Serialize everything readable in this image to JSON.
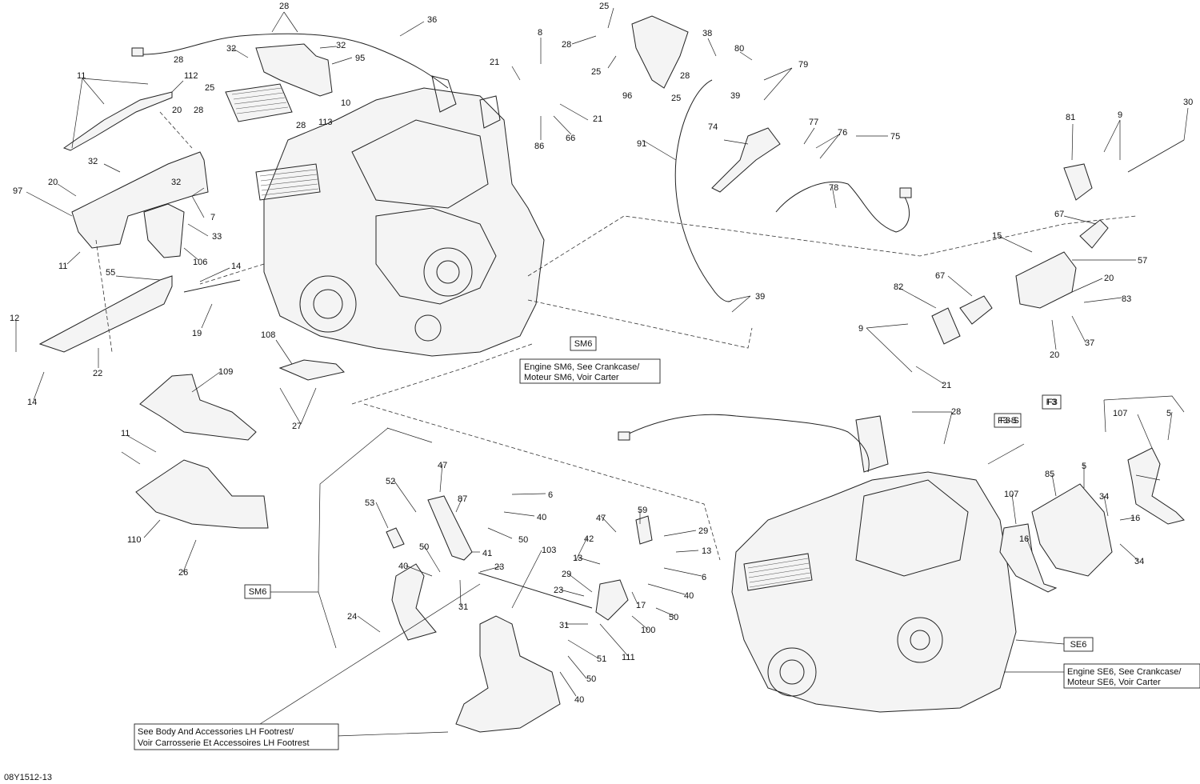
{
  "drawing_id": "08Y1512-13",
  "reference_boxes": {
    "sm6_tag": "SM6",
    "sm6_note_line1": "Engine SM6, See Crankcase/",
    "sm6_note_line2": "Moteur SM6, Voir Carter",
    "sm6_lower_tag": "SM6",
    "se6_tag": "SE6",
    "se6_note_line1": "Engine SE6, See Crankcase/",
    "se6_note_line2": "Moteur SE6, Voir Carter",
    "f3s_tag": "F3-S",
    "f3_tag": "F3",
    "footrest_line1": "See Body And Accessories LH Footrest/",
    "footrest_line2": "Voir Carrosserie Et Accessoires LH Footrest"
  },
  "callouts": [
    "28",
    "36",
    "25",
    "28",
    "8",
    "38",
    "80",
    "79",
    "32",
    "32",
    "95",
    "28",
    "25",
    "112",
    "11",
    "28",
    "25",
    "10",
    "21",
    "96",
    "25",
    "39",
    "21",
    "113",
    "20",
    "28",
    "28",
    "74",
    "77",
    "76",
    "75",
    "91",
    "86",
    "66",
    "81",
    "9",
    "30",
    "32",
    "97",
    "20",
    "32",
    "7",
    "33",
    "78",
    "67",
    "15",
    "57",
    "106",
    "11",
    "14",
    "55",
    "82",
    "67",
    "20",
    "83",
    "9",
    "12",
    "19",
    "20",
    "37",
    "21",
    "108",
    "39",
    "22",
    "14",
    "27",
    "109",
    "28",
    "F3",
    "107",
    "5",
    "11",
    "F3-S",
    "5",
    "107",
    "85",
    "34",
    "16",
    "16",
    "110",
    "34",
    "26",
    "47",
    "52",
    "87",
    "6",
    "40",
    "53",
    "50",
    "59",
    "29",
    "42",
    "50",
    "41",
    "13",
    "40",
    "23",
    "103",
    "13",
    "47",
    "6",
    "40",
    "31",
    "29",
    "23",
    "17",
    "50",
    "24",
    "31",
    "51",
    "111",
    "100",
    "50",
    "40"
  ]
}
